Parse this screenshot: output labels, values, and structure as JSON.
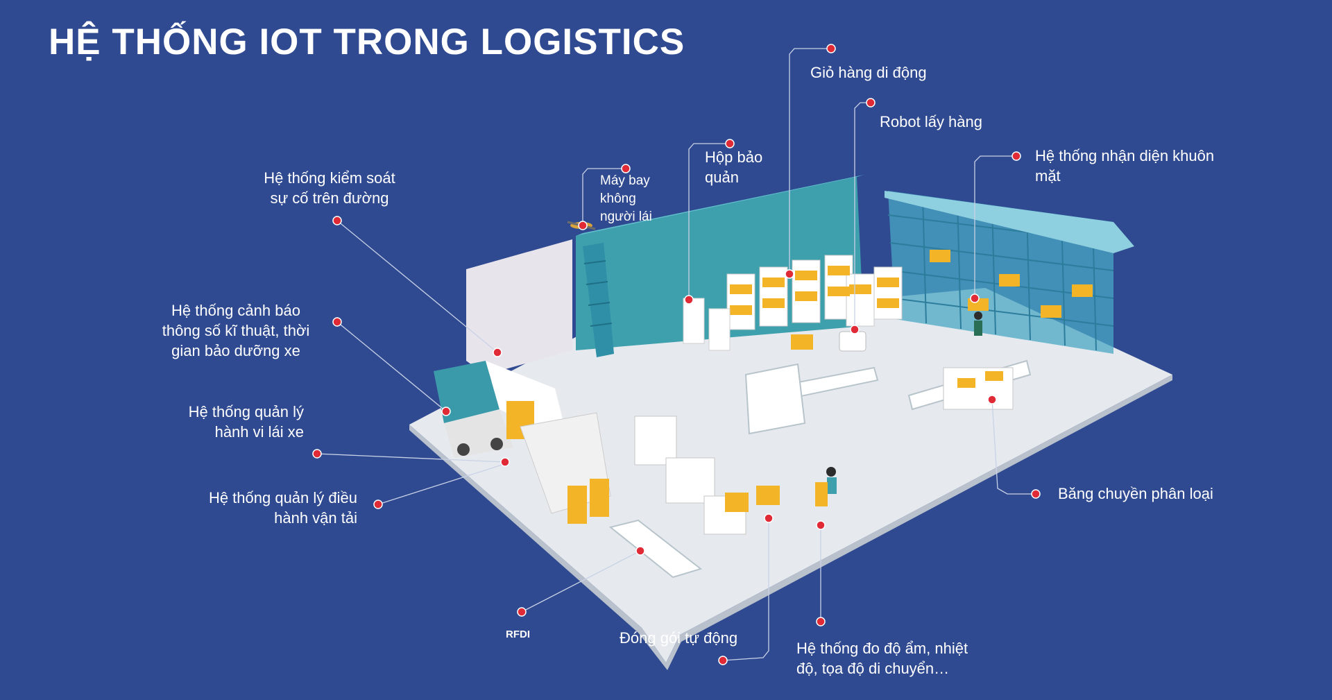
{
  "title": "HỆ THỐNG IOT TRONG LOGISTICS",
  "colors": {
    "background": "#2f4a91",
    "floor": "#e6eaee",
    "wall": "#3fa0ad",
    "marker": "#e02a36",
    "crate": "#f4b428"
  },
  "labels": {
    "gio_hang": "Giỏ hàng di động",
    "robot": "Robot lấy hàng",
    "nhan_dien": [
      "Hệ thống nhận diện khuôn",
      "mặt"
    ],
    "hop_bao_quan": [
      "Hộp bảo",
      "quản"
    ],
    "may_bay": [
      "Máy bay",
      "không",
      "người lái"
    ],
    "kiem_soat": [
      "Hệ thống kiểm soát",
      "sự cố trên đường"
    ],
    "canh_bao": [
      "Hệ thống cảnh báo",
      "thông số kĩ thuật, thời",
      "gian bảo dưỡng xe"
    ],
    "quan_ly_lai_xe": [
      "Hệ thống quản lý",
      "hành vi lái xe"
    ],
    "van_tai": [
      "Hệ thống quản lý điều",
      "hành vận tải"
    ],
    "rfdi": "RFDI",
    "dong_goi": "Đóng gói tự động",
    "do_am": [
      "Hệ thống đo độ ẩm, nhiệt",
      "độ, tọa độ di chuyển…"
    ],
    "bang_chuyen": "Băng chuyền phân loại"
  }
}
